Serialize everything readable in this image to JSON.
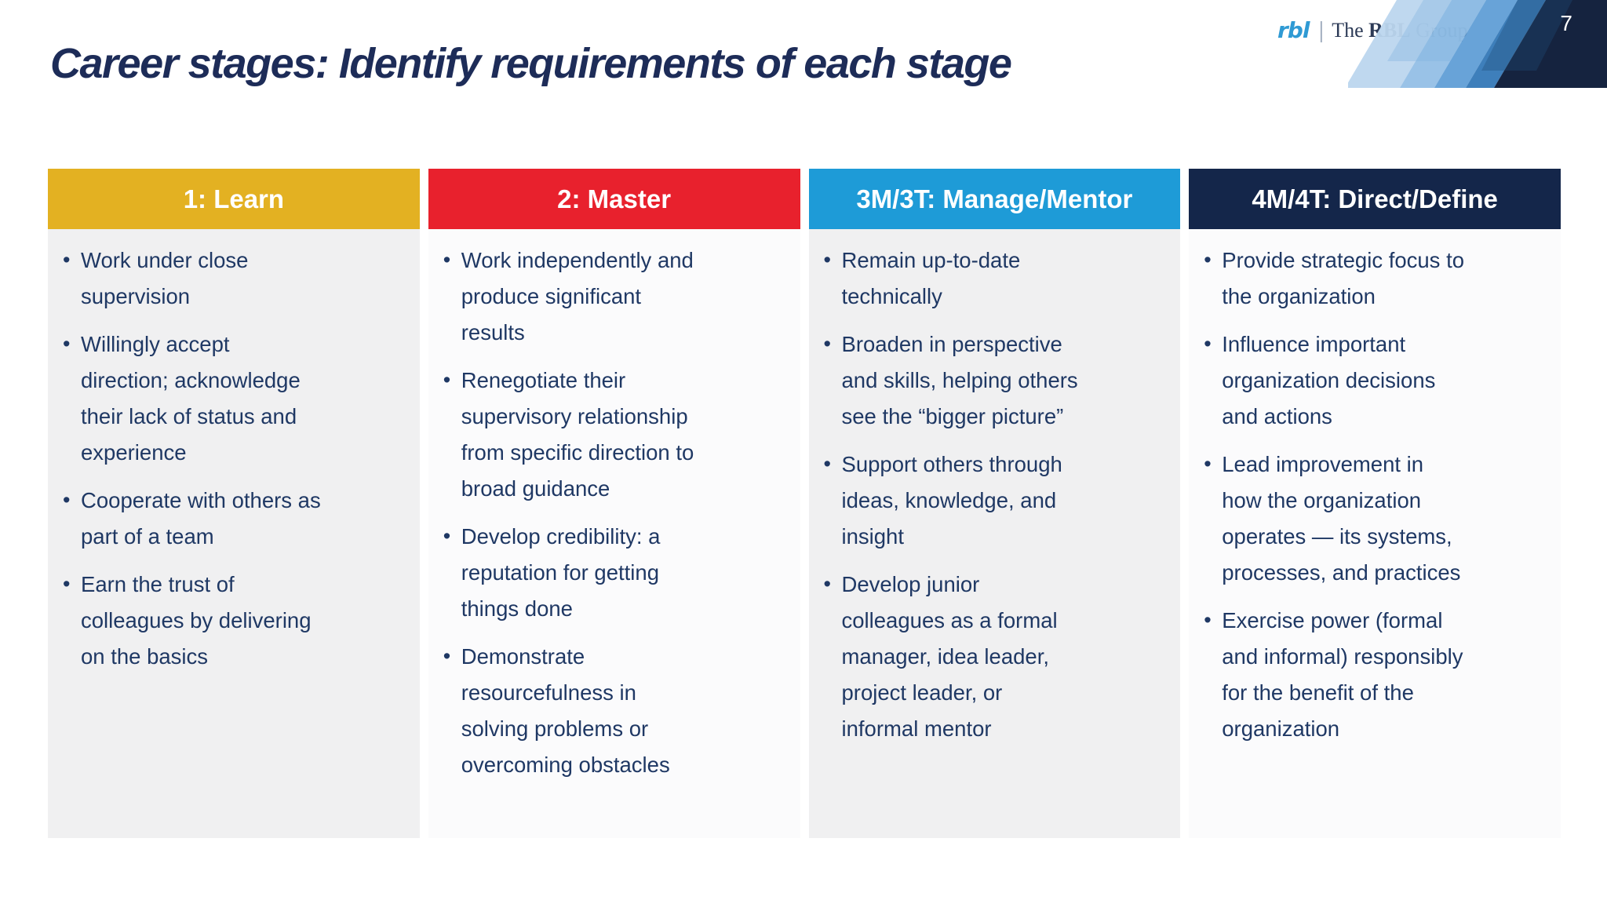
{
  "slide": {
    "title": "Career stages: Identify requirements of each stage",
    "page_number": "7",
    "logo": {
      "mark": "rbl",
      "separator": "|",
      "name_the": "The ",
      "name_rbl": "RBL",
      "name_group": " Group"
    },
    "colors": {
      "title_text": "#1d2c58",
      "body_text": "#1f3864",
      "panel_gray": "#f0f0f1",
      "panel_light": "#fbfbfc",
      "gold": "#e3b122",
      "red": "#e8212d",
      "blue": "#1e9bd7",
      "navy": "#14264a",
      "ribbon_light": "#bcd6ee",
      "ribbon_mid": "#93bfe6",
      "ribbon_steel": "#5b9bd5",
      "ribbon_dark": "#2e74b5",
      "ribbon_corner": "#15233f"
    },
    "columns": [
      {
        "header": "1: Learn",
        "header_bg": "#e3b122",
        "panel_bg": "#f0f0f1",
        "bullets": [
          "Work under close\nsupervision",
          "Willingly accept\ndirection; acknowledge\ntheir lack of status and\nexperience",
          "Cooperate with others as\npart of a team",
          "Earn the trust of\ncolleagues by delivering\non the basics"
        ]
      },
      {
        "header": "2: Master",
        "header_bg": "#e8212d",
        "panel_bg": "#fbfbfc",
        "bullets": [
          "Work independently and\nproduce significant\nresults",
          "Renegotiate their\nsupervisory relationship\nfrom specific direction to\nbroad guidance",
          "Develop credibility: a\nreputation for getting\nthings done",
          "Demonstrate\nresourcefulness in\nsolving problems or\novercoming obstacles"
        ]
      },
      {
        "header": "3M/3T: Manage/Mentor",
        "header_bg": "#1e9bd7",
        "panel_bg": "#f0f0f1",
        "bullets": [
          "Remain up-to-date\ntechnically",
          "Broaden in perspective\nand skills, helping others\nsee the “bigger picture”",
          "Support others through\nideas, knowledge, and\ninsight",
          "Develop junior\ncolleagues as a formal\nmanager, idea leader,\nproject leader, or\ninformal mentor"
        ]
      },
      {
        "header": "4M/4T: Direct/Define",
        "header_bg": "#14264a",
        "panel_bg": "#fbfbfc",
        "bullets": [
          "Provide strategic focus to\nthe organization",
          "Influence important\norganization decisions\nand actions",
          "Lead improvement in\nhow the organization\noperates — its systems,\nprocesses, and practices",
          "Exercise power (formal\nand informal) responsibly\nfor the benefit of the\norganization"
        ]
      }
    ]
  }
}
